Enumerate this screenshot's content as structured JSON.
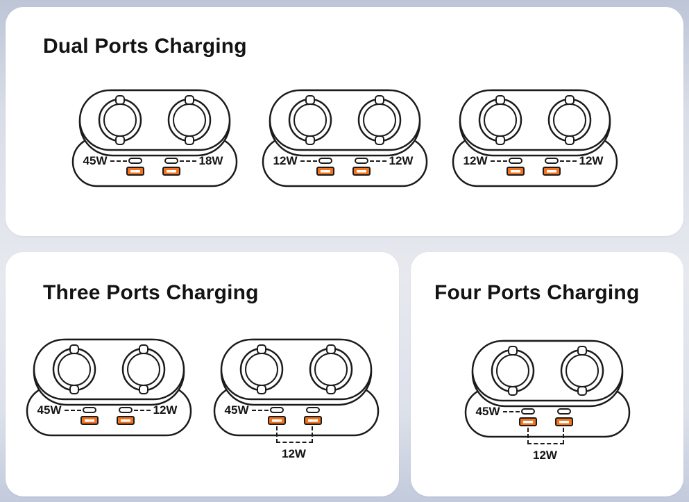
{
  "sections": {
    "dual": {
      "title": "Dual Ports Charging",
      "devices": [
        {
          "left_label": "45W",
          "right_label": "18W"
        },
        {
          "left_label": "12W",
          "right_label": "12W"
        },
        {
          "left_label": "12W",
          "right_label": "12W"
        }
      ]
    },
    "three": {
      "title": "Three Ports Charging",
      "devices": [
        {
          "left_label": "45W",
          "right_label": "12W"
        },
        {
          "left_label": "45W",
          "bottom_label": "12W"
        }
      ]
    },
    "four": {
      "title": "Four Ports Charging",
      "devices": [
        {
          "left_label": "45W",
          "bottom_label": "12W"
        }
      ]
    }
  },
  "colors": {
    "usb_a_orange": "#f4731c",
    "outline": "#1b1b1b",
    "card_background": "#ffffff",
    "title_text": "#131313"
  }
}
